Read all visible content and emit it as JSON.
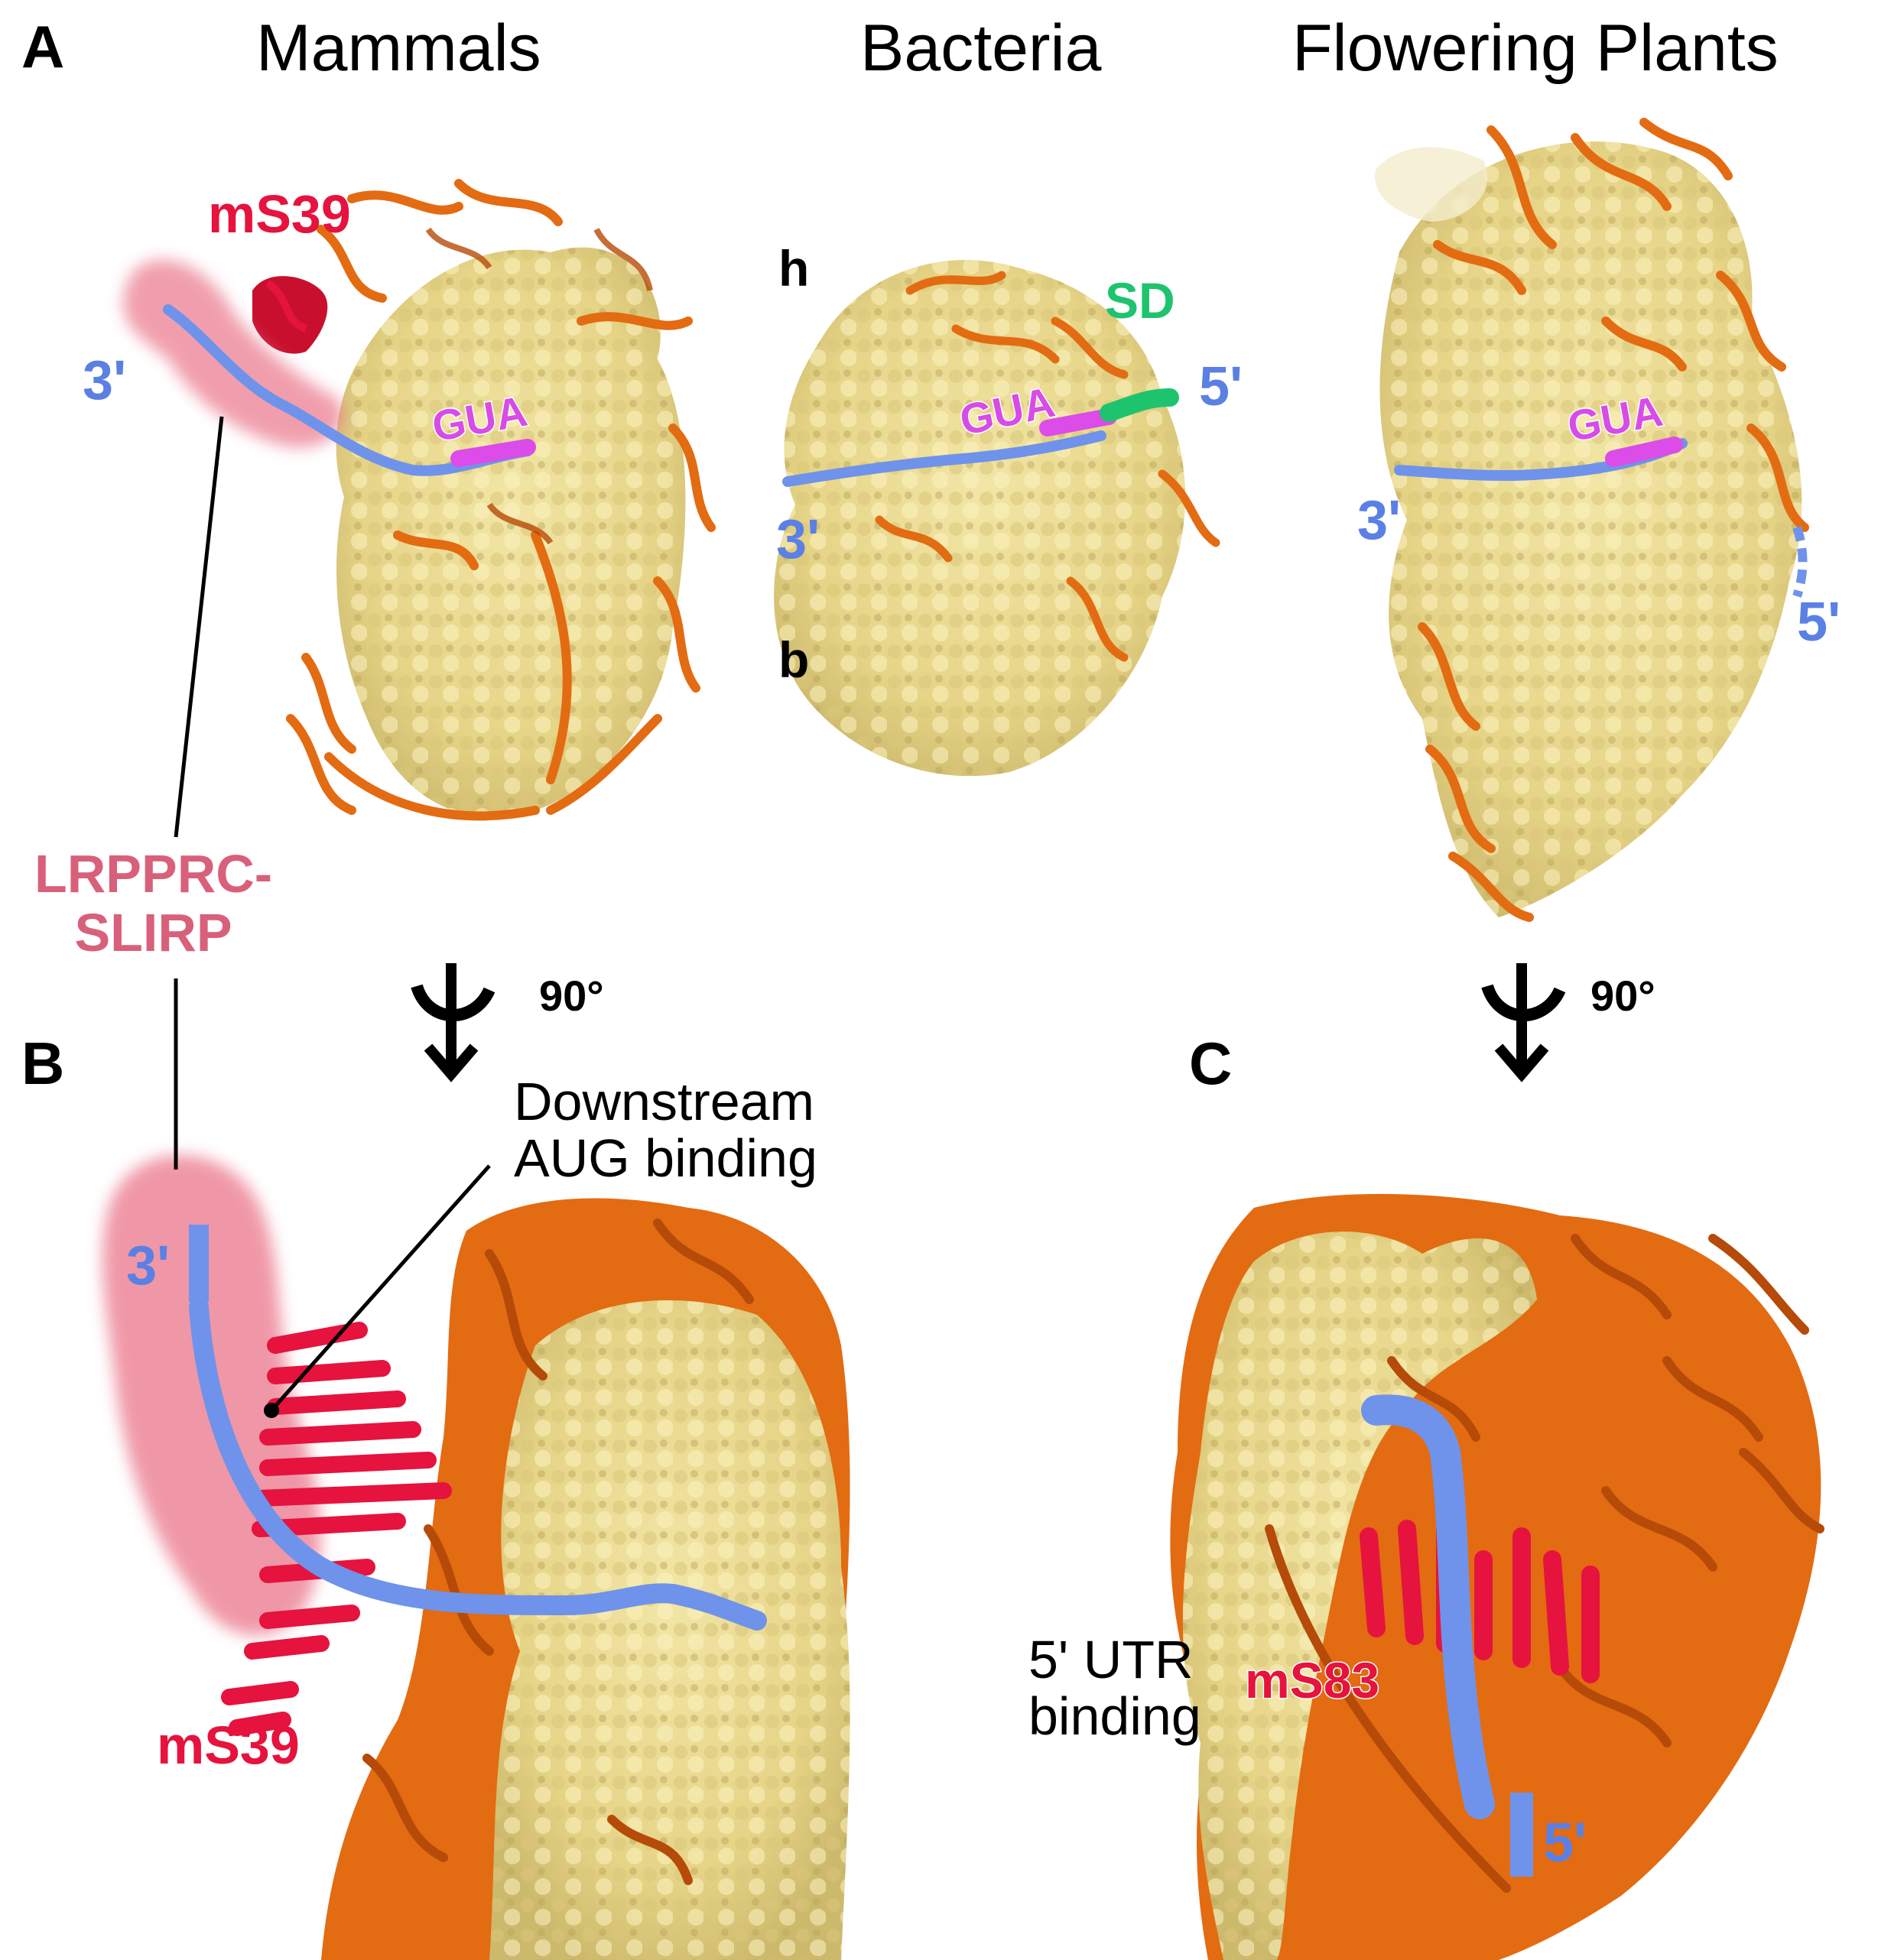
{
  "panels": {
    "a": "A",
    "b": "B",
    "c": "C"
  },
  "organisms": {
    "mammals": "Mammals",
    "bacteria": "Bacteria",
    "plants": "Flowering Plants"
  },
  "labels": {
    "ms39_top": "mS39",
    "ms39_bottom": "mS39",
    "ms83": "mS83",
    "lrpprc_line1": "LRPPRC-",
    "lrpprc_line2": "SLIRP",
    "prime3_a": "3'",
    "prime3_bact": "3'",
    "prime5_bact": "5'",
    "prime3_plant": "3'",
    "prime5_plant": "5'",
    "prime3_b": "3'",
    "prime5_c": "5'",
    "gua_a": "GUA",
    "gua_bact": "GUA",
    "gua_plant": "GUA",
    "sd": "SD",
    "head": "h",
    "body": "b",
    "rot_left": "90°",
    "rot_right": "90°",
    "downstream_line1": "Downstream",
    "downstream_line2": "AUG binding",
    "utr_line1": "5' UTR",
    "utr_line2": "binding"
  },
  "colors": {
    "rrna": "#efe095",
    "protein": "#e36b12",
    "mrna": "#6f93ea",
    "ms39": "#e5133d",
    "lrpprc": "#ec7e92",
    "gua": "#dc4ce8",
    "sd": "#1ec46d"
  }
}
